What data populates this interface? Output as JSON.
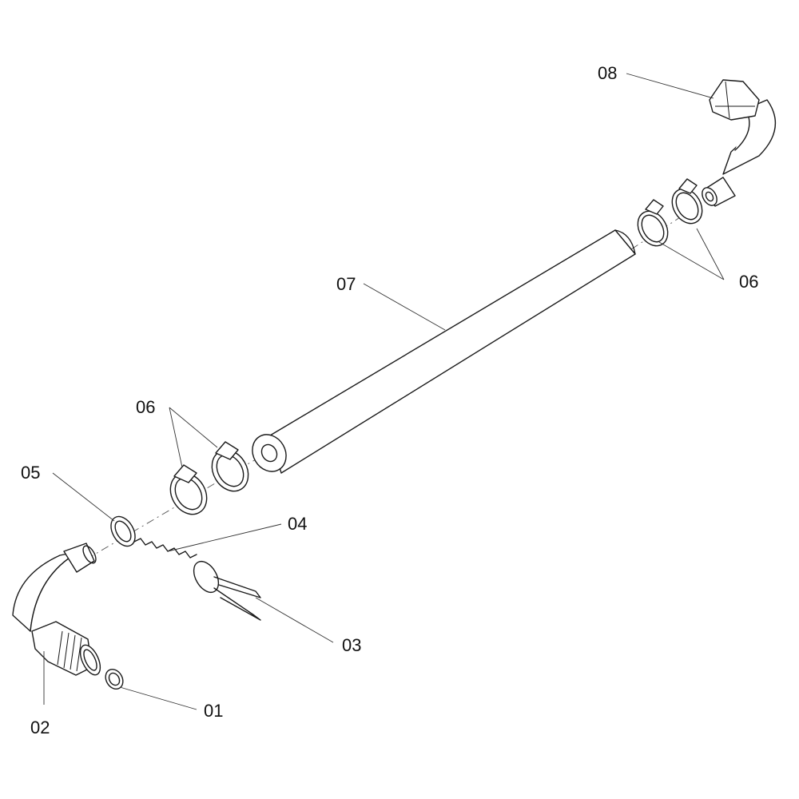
{
  "callouts": {
    "c01": "01",
    "c02": "02",
    "c03": "03",
    "c04": "04",
    "c05": "05",
    "c06_left": "06",
    "c06_right": "06",
    "c07": "07",
    "c08": "08"
  },
  "colors": {
    "line": "#1a1a1a",
    "background": "#ffffff"
  }
}
